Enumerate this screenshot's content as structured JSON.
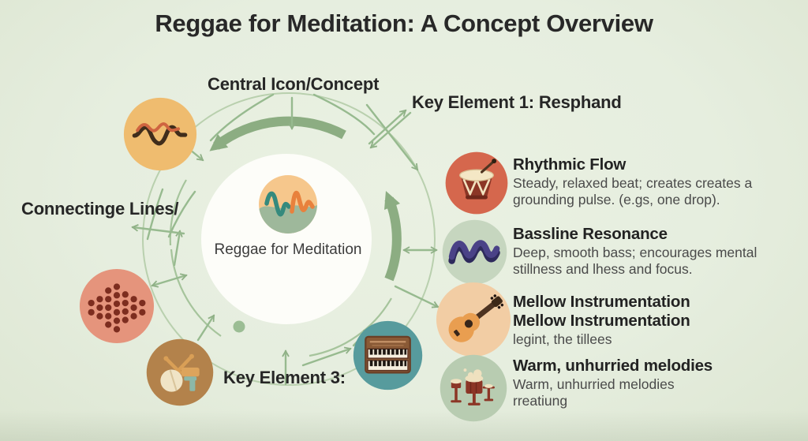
{
  "title": "Reggae for Meditation: A Concept Overview",
  "diagram": {
    "label_central": "Central Icon/Concept",
    "label_key1": "Key Element 1: Resphand",
    "label_connecting": "Connectinge Lines/",
    "label_key3": "Key Element 3:",
    "center_label": "Reggae for Meditation",
    "center_icon": "waveform-badge-icon",
    "satellite_icons": [
      "sine-wave-icon",
      "dot-equalizer-icon",
      "drum-kit-icon",
      "piano-keyboard-icon"
    ]
  },
  "key_elements": [
    {
      "icon": "hand-drum-icon",
      "title": "Rhythmic Flow",
      "lines": [
        "Steady, relaxed beat; creates creates a",
        "grounding pulse. (e.gs, one drop)."
      ]
    },
    {
      "icon": "bass-wave-icon",
      "title": "Bassline Resonance",
      "lines": [
        "Deep, smooth bass; encourages mental",
        "stillness and lhess and focus."
      ]
    },
    {
      "icon": "guitar-icon",
      "title": "Mellow Instrumentation",
      "title2": "Mellow Instrumentation",
      "lines": [
        "legint, the tillees"
      ]
    },
    {
      "icon": "conga-drums-icon",
      "title": "Warm, unhurried melodies",
      "lines": [
        "Warm, unhurried melodies",
        "rreatiung"
      ]
    }
  ],
  "colors": {
    "background": "#e6eedf",
    "connector": "#97ba8f",
    "connector_thick": "#8cad82",
    "heading_text": "#262626",
    "body_text": "#4a4a4a",
    "accent_orange": "#efbc6f",
    "accent_salmon": "#e5947c",
    "accent_brown": "#b3824b",
    "accent_teal": "#579b9d",
    "accent_red": "#d5674d",
    "accent_sage": "#c6d6bf",
    "accent_peach": "#f2cda4",
    "accent_purple": "#4a4287"
  }
}
